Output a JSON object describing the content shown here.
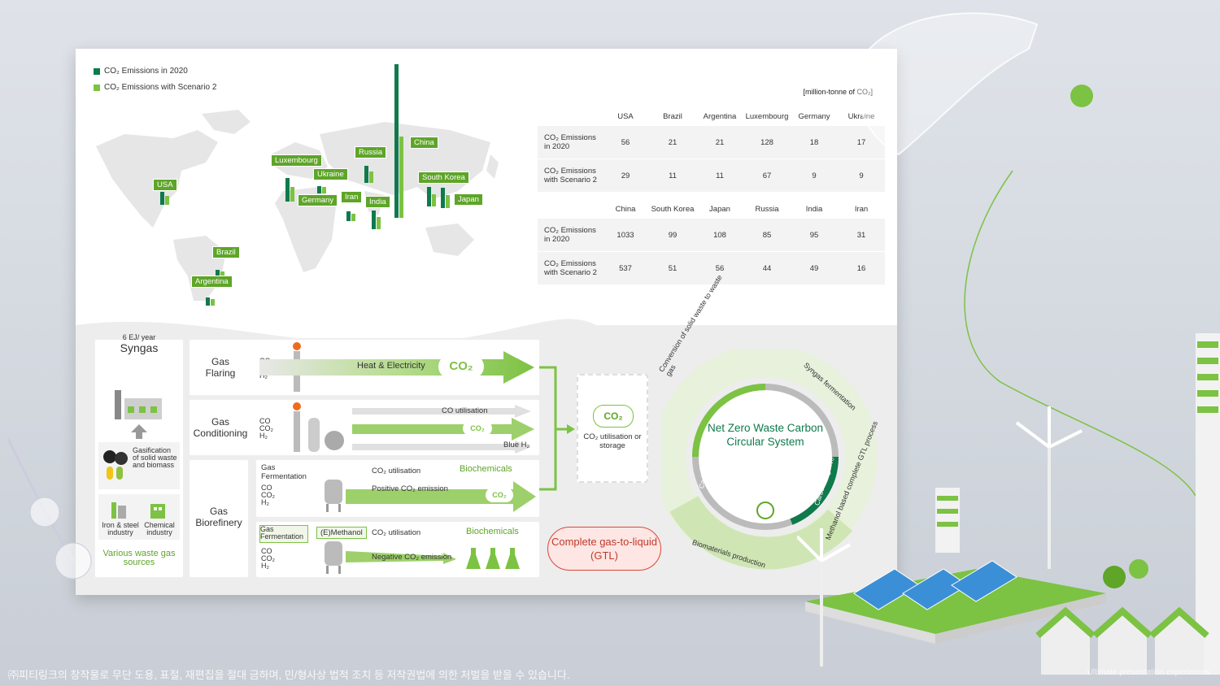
{
  "legend": {
    "emissions_2020": "CO₂ Emissions in 2020",
    "emissions_s2": "CO₂ Emissions with Scenario 2"
  },
  "colors": {
    "dark_green": "#0f7a4c",
    "light_green": "#7cc243",
    "accent_green": "#5ea528"
  },
  "unit": "[million-tonne of CO₂]",
  "table1": {
    "countries": [
      "USA",
      "Brazil",
      "Argentina",
      "Luxembourg",
      "Germany",
      "Ukraine"
    ],
    "row1_label": "CO₂ Emissions in 2020",
    "row1": [
      "56",
      "21",
      "21",
      "128",
      "18",
      "17"
    ],
    "row2_label": "CO₂ Emissions with Scenario 2",
    "row2": [
      "29",
      "11",
      "11",
      "67",
      "9",
      "9"
    ]
  },
  "table2": {
    "countries": [
      "China",
      "South Korea",
      "Japan",
      "Russia",
      "India",
      "Iran"
    ],
    "row1_label": "CO₂ Emissions in 2020",
    "row1": [
      "1033",
      "99",
      "108",
      "85",
      "95",
      "31"
    ],
    "row2_label": "CO₂ Emissions with Scenario 2",
    "row2": [
      "537",
      "51",
      "56",
      "44",
      "49",
      "16"
    ]
  },
  "map_labels": {
    "usa": "USA",
    "brazil": "Brazil",
    "argentina": "Argentina",
    "luxembourg": "Luxembourg",
    "ukraine": "Ukraine",
    "germany": "Germany",
    "russia": "Russia",
    "iran": "Iran",
    "india": "India",
    "china": "China",
    "south_korea": "South Korea",
    "japan": "Japan"
  },
  "map_values": {
    "usa": [
      56,
      29
    ],
    "brazil": [
      21,
      11
    ],
    "argentina": [
      21,
      11
    ],
    "luxembourg": [
      128,
      67
    ],
    "germany": [
      18,
      9
    ],
    "ukraine": [
      17,
      9
    ],
    "china": [
      1033,
      537
    ],
    "south_korea": [
      99,
      51
    ],
    "japan": [
      108,
      56
    ],
    "russia": [
      85,
      44
    ],
    "india": [
      95,
      49
    ],
    "iran": [
      31,
      16
    ]
  },
  "sources": {
    "syngas_qty": "6 EJ/ year",
    "syngas": "Syngas",
    "gasification": "Gasification of solid waste and biomass",
    "iron_steel": "Iron & steel industry",
    "chemical": "Chemical industry",
    "various": "Various waste gas sources"
  },
  "gas": {
    "co": "CO",
    "co2": "CO₂",
    "h2": "H₂"
  },
  "process": {
    "flaring": "Gas Flaring",
    "heat": "Heat & Electricity",
    "co2": "CO₂",
    "conditioning": "Gas Conditioning",
    "co_util": "CO utilisation",
    "blue_h2": "Blue H₂",
    "biorefinery": "Gas Biorefinery",
    "gas_ferm": "Gas Fermentation",
    "co2_util": "CO₂ utilisation",
    "biochem": "Biochemicals",
    "pos_emission": "Positive CO₂ emission",
    "gas_ferm2": "Gas Fermentation",
    "emethanol": "(E)Methanol",
    "co2_util2": "CO₂ utilisation",
    "biochem2": "Biochemicals",
    "neg_emission": "Negative CO₂ emission",
    "storage": "CO₂ utilisation or storage",
    "gtl": "Complete gas-to-liquid (GTL)"
  },
  "circle": {
    "title": "Net Zero Waste Carbon Circular System",
    "arc1": "Conversion of solid waste to waste gas",
    "arc2": "Syngas fermentation",
    "arc3": "Methanol based complete GTL process",
    "arc4": "Biomaterials production",
    "pos": "Carbon positive",
    "neg": "Carbon negative"
  },
  "footer": "㈜피티링크의 창작물로 무단 도용, 표절, 재편집을 절대 금하며, 민/형사상 법적 조치 등 저작권법에 의한 처벌을 받을 수 있습니다.",
  "footer_right": "Ultimate presentation experiences"
}
